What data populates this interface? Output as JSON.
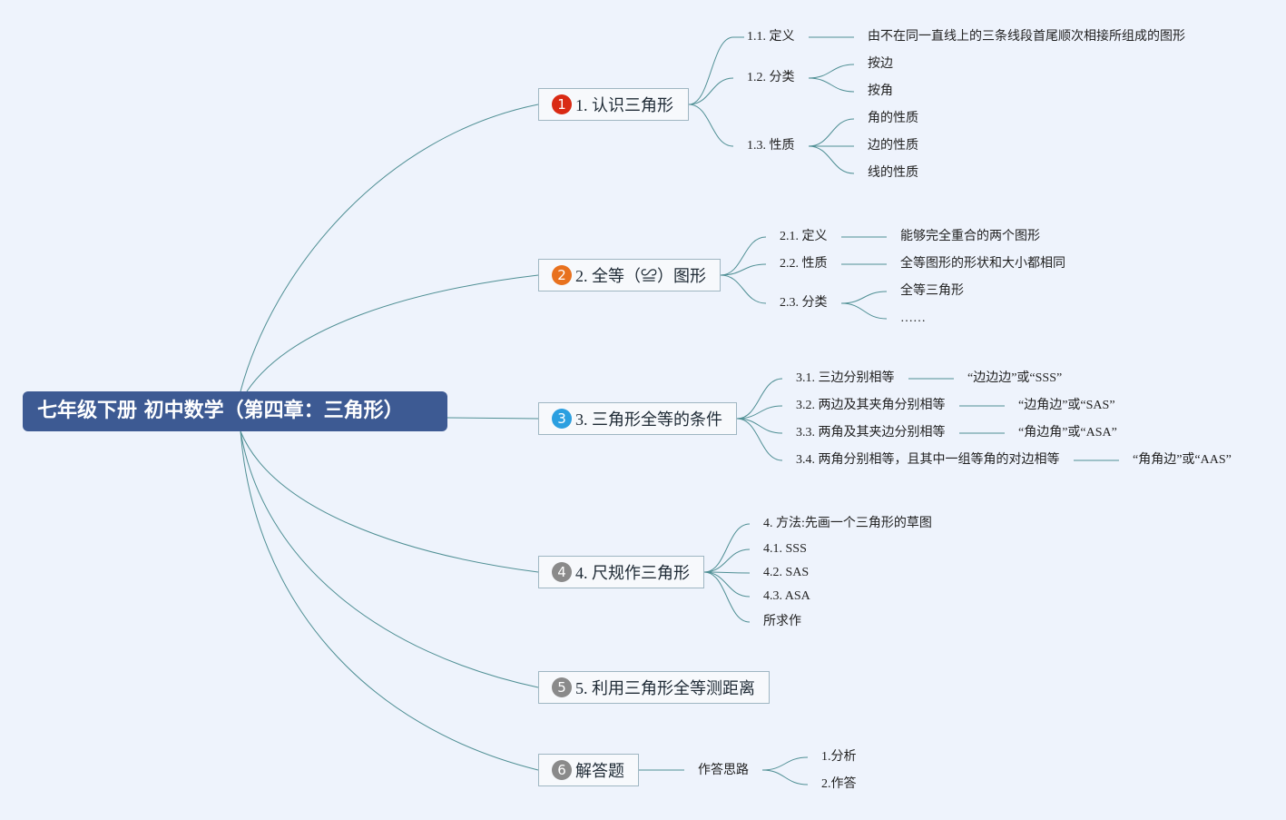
{
  "root": {
    "label": "七年级下册 初中数学（第四章：三角形）"
  },
  "topics": [
    {
      "badge": "1",
      "badge_color": "#d92a14",
      "label": "1. 认识三角形",
      "children": [
        {
          "label": "1.1. 定义",
          "children": [
            {
              "label": "由不在同一直线上的三条线段首尾顺次相接所组成的图形"
            }
          ]
        },
        {
          "label": "1.2. 分类",
          "children": [
            {
              "label": "按边"
            },
            {
              "label": "按角"
            }
          ]
        },
        {
          "label": "1.3. 性质",
          "children": [
            {
              "label": "角的性质"
            },
            {
              "label": "边的性质"
            },
            {
              "label": "线的性质"
            }
          ]
        }
      ]
    },
    {
      "badge": "2",
      "badge_color": "#e8711e",
      "label": "2. 全等（≌）图形",
      "children": [
        {
          "label": "2.1. 定义",
          "children": [
            {
              "label": "能够完全重合的两个图形"
            }
          ]
        },
        {
          "label": "2.2. 性质",
          "children": [
            {
              "label": "全等图形的形状和大小都相同"
            }
          ]
        },
        {
          "label": "2.3. 分类",
          "children": [
            {
              "label": "全等三角形"
            },
            {
              "label": "……"
            }
          ]
        }
      ]
    },
    {
      "badge": "3",
      "badge_color": "#2b9fe0",
      "label": "3. 三角形全等的条件",
      "children": [
        {
          "label": "3.1. 三边分别相等",
          "children": [
            {
              "label": "“边边边”或“SSS”"
            }
          ]
        },
        {
          "label": "3.2. 两边及其夹角分别相等",
          "children": [
            {
              "label": "“边角边”或“SAS”"
            }
          ]
        },
        {
          "label": "3.3. 两角及其夹边分别相等",
          "children": [
            {
              "label": "“角边角”或“ASA”"
            }
          ]
        },
        {
          "label": "3.4. 两角分别相等，且其中一组等角的对边相等",
          "children": [
            {
              "label": "“角角边”或“AAS”"
            }
          ]
        }
      ]
    },
    {
      "badge": "4",
      "badge_color": "#8a8a8a",
      "label": "4. 尺规作三角形",
      "children": [
        {
          "label": "4. 方法:先画一个三角形的草图"
        },
        {
          "label": "4.1. SSS"
        },
        {
          "label": "4.2. SAS"
        },
        {
          "label": "4.3. ASA"
        },
        {
          "label": "所求作"
        }
      ]
    },
    {
      "badge": "5",
      "badge_color": "#8a8a8a",
      "label": "5. 利用三角形全等测距离",
      "children": []
    },
    {
      "badge": "6",
      "badge_color": "#8a8a8a",
      "label": "解答题",
      "children": [
        {
          "label": "作答思路",
          "children": [
            {
              "label": "1.分析"
            },
            {
              "label": "2.作答"
            }
          ]
        }
      ]
    }
  ]
}
